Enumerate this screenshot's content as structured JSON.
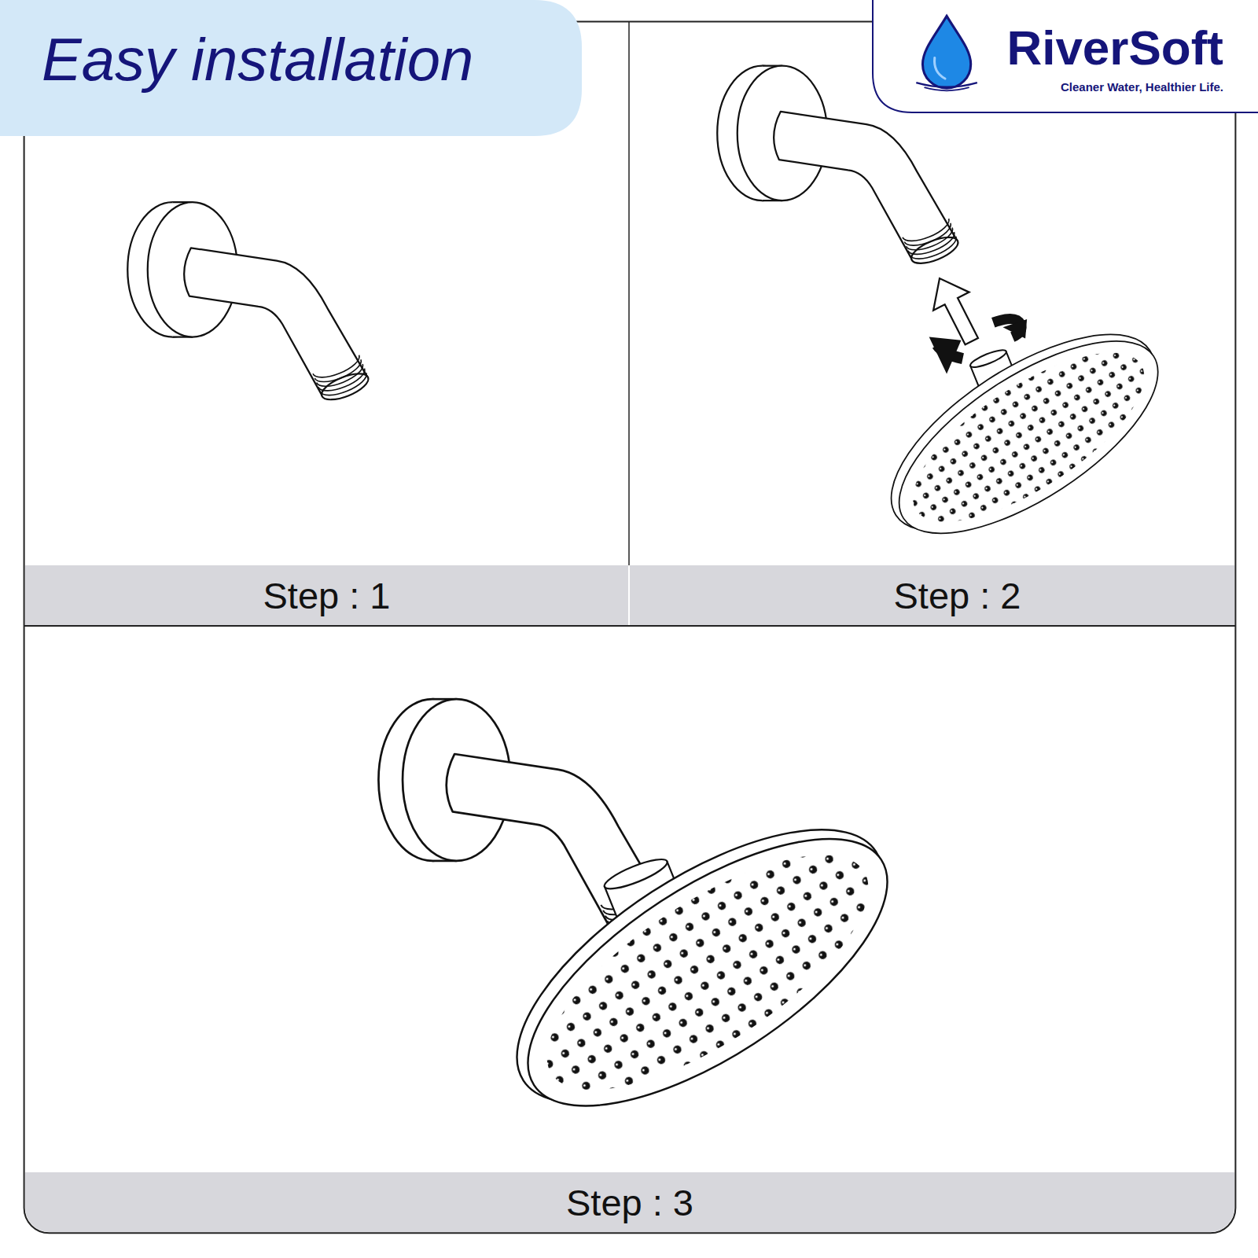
{
  "diagram": {
    "title": "Easy installation",
    "nodes": [
      {
        "text": [
          "RiverSoft",
          "Cleaner Water, Healthier Life."
        ]
      },
      {
        "text": [
          "Step : 1"
        ]
      },
      {
        "text": [
          "Step : 2"
        ]
      },
      {
        "text": [
          "Step : 3"
        ]
      }
    ]
  }
}
